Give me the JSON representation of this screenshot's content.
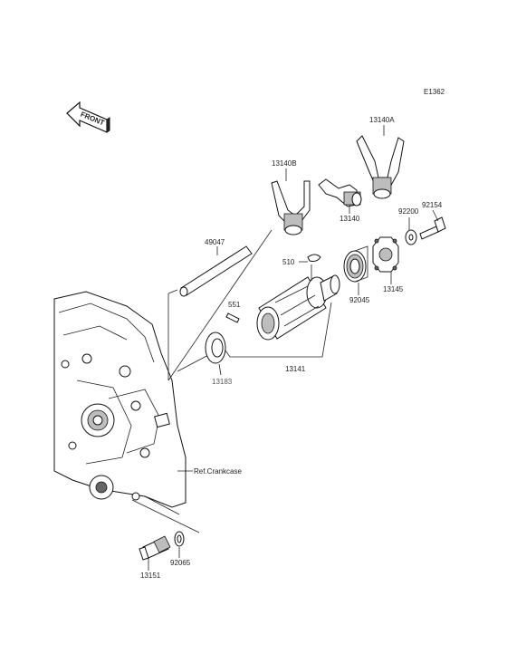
{
  "diagram": {
    "code": "E1362",
    "front": "FRONT",
    "ref_label": "Ref.Crankcase",
    "parts": {
      "p13140A": "13140A",
      "p13140B": "13140B",
      "p13140": "13140",
      "p92154": "92154",
      "p92200": "92200",
      "p49047": "49047",
      "p510": "510",
      "p13145": "13145",
      "p92045": "92045",
      "p551": "551",
      "p13141": "13141",
      "p13183": "13183",
      "p13151": "13151",
      "p92065": "92065"
    }
  }
}
